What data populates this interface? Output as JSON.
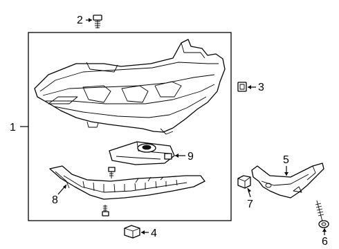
{
  "diagram": {
    "callouts": [
      {
        "id": "c1",
        "label": "1"
      },
      {
        "id": "c2",
        "label": "2"
      },
      {
        "id": "c3",
        "label": "3"
      },
      {
        "id": "c4",
        "label": "4"
      },
      {
        "id": "c5",
        "label": "5"
      },
      {
        "id": "c6",
        "label": "6"
      },
      {
        "id": "c7",
        "label": "7"
      },
      {
        "id": "c8",
        "label": "8"
      },
      {
        "id": "c9",
        "label": "9"
      }
    ],
    "parts": [
      {
        "callout": "1",
        "icon": "headlamp-assembly-icon"
      },
      {
        "callout": "2",
        "icon": "upper-bolt-icon"
      },
      {
        "callout": "3",
        "icon": "clip-nut-icon"
      },
      {
        "callout": "4",
        "icon": "lower-clip-icon"
      },
      {
        "callout": "5",
        "icon": "side-bracket-icon"
      },
      {
        "callout": "6",
        "icon": "bracket-bolt-icon"
      },
      {
        "callout": "7",
        "icon": "bracket-clip-icon"
      },
      {
        "callout": "8",
        "icon": "lower-bracket-icon"
      },
      {
        "callout": "9",
        "icon": "control-module-icon"
      }
    ]
  }
}
